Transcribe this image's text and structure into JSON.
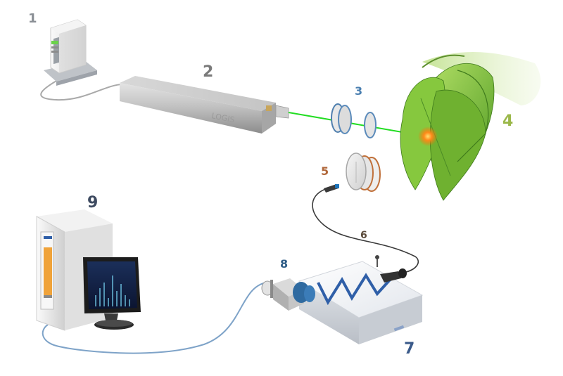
{
  "labels": {
    "n1": "1",
    "n2": "2",
    "n3": "3",
    "n4": "4",
    "n5": "5",
    "n6": "6",
    "n7": "7",
    "n8": "8",
    "n9": "9"
  },
  "laser_brand_text": "LOGIS",
  "colors": {
    "label_default": "#8a8f95",
    "label_2": "#7a7a7a",
    "label_3": "#4a7fb0",
    "label_4": "#9bb84a",
    "label_5": "#b0673a",
    "label_6": "#5a4a3a",
    "label_7": "#3a5a8a",
    "label_8": "#2e5c86",
    "label_9": "#3d4a60",
    "beam": "#22dd22",
    "leaf": "#7ec43a",
    "spectrograph_logo": "#2f5fa8"
  }
}
